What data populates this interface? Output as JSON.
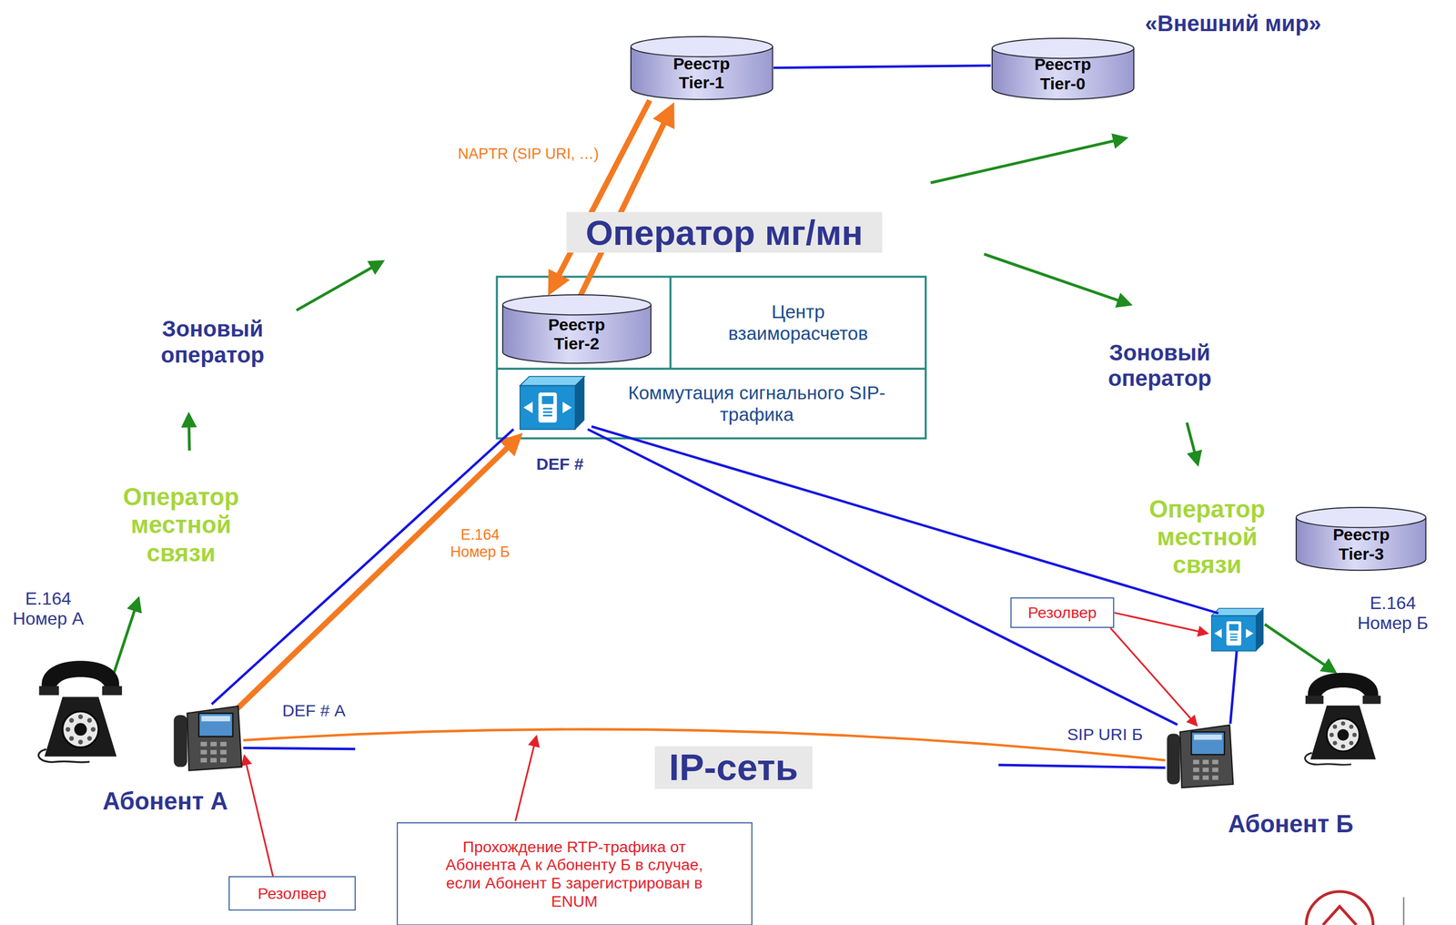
{
  "diagram": {
    "nodes": [
      {
        "text": [
          "«Внешний мир»"
        ]
      },
      {
        "text": [
          "Реестр Tier-1"
        ]
      },
      {
        "text": [
          "Реестр Tier-0"
        ]
      },
      {
        "text": [
          "Оператор мг/мн"
        ]
      },
      {
        "text": [
          "Реестр Tier-2"
        ]
      },
      {
        "text": [
          "Центр взаиморасчетов"
        ]
      },
      {
        "text": [
          "Коммутация сигнального SIP-трафика"
        ]
      },
      {
        "text": [
          "DEF #"
        ],
        "in": 6
      },
      {
        "text": [
          "Зоновый оператор"
        ]
      },
      {
        "text": [
          "Оператор местной связи"
        ]
      },
      {
        "text": [
          "Абонент А"
        ]
      },
      {
        "text": [
          "E.164 Номер А"
        ],
        "in": 10
      },
      {
        "text": [
          "DEF # А"
        ],
        "in": 10
      },
      {
        "text": [
          "Резолвер"
        ]
      },
      {
        "text": [
          "IP-сеть"
        ]
      },
      {
        "text": [
          "Прохождение RTP-трафика от Абонента А к Абоненту Б в случае, если Абонент Б зарегистрирован в ENUM"
        ]
      },
      {
        "text": [
          "Зоновый оператор"
        ]
      },
      {
        "text": [
          "Оператор местной связи"
        ]
      },
      {
        "text": [
          "Реестр Tier-3"
        ]
      },
      {
        "text": [
          "Резолвер"
        ]
      },
      {
        "text": [
          "Абонент Б"
        ]
      },
      {
        "text": [
          "SIP URI Б"
        ],
        "in": 20
      },
      {
        "text": [
          "E.164 Номер Б"
        ],
        "in": 20
      }
    ],
    "edges": [
      {
        "from": 11,
        "to": 9,
        "arrow": "to"
      },
      {
        "from": 9,
        "to": 8,
        "arrow": "to"
      },
      {
        "from": 8,
        "to": 3,
        "arrow": "to"
      },
      {
        "from": 3,
        "to": 0,
        "arrow": "to"
      },
      {
        "from": 3,
        "to": 16,
        "arrow": "to"
      },
      {
        "from": 16,
        "to": 17,
        "arrow": "to"
      },
      {
        "from": 17,
        "to": 22,
        "arrow": "to"
      },
      {
        "from": 1,
        "to": 2,
        "arrow": "none"
      },
      {
        "from": 1,
        "to": 4,
        "arrow": "to",
        "label": "NAPTR (SIP URI, …)"
      },
      {
        "from": 4,
        "to": 1,
        "arrow": "to"
      },
      {
        "from": 12,
        "to": 7,
        "arrow": "to",
        "label": "E.164 Номер Б"
      },
      {
        "from": 12,
        "to": 7,
        "arrow": "none"
      },
      {
        "from": 7,
        "to": 17,
        "arrow": "none"
      },
      {
        "from": 7,
        "to": 21,
        "arrow": "none"
      },
      {
        "from": 17,
        "to": 21,
        "arrow": "none"
      },
      {
        "from": 12,
        "to": 14,
        "arrow": "none"
      },
      {
        "from": 14,
        "to": 21,
        "arrow": "none"
      },
      {
        "from": 12,
        "to": 21,
        "arrow": "none"
      },
      {
        "from": 19,
        "to": 17,
        "arrow": "to"
      },
      {
        "from": 19,
        "to": 21,
        "arrow": "to"
      },
      {
        "from": 13,
        "to": 12,
        "arrow": "to"
      }
    ]
  }
}
